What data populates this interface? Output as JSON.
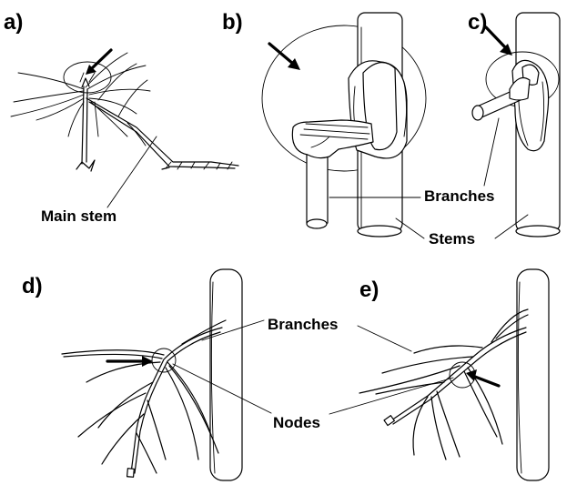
{
  "panels": {
    "a": {
      "label": "a)",
      "callouts": {
        "main_stem": "Main stem"
      }
    },
    "b": {
      "label": "b)"
    },
    "c": {
      "label": "c)"
    },
    "d": {
      "label": "d)"
    },
    "e": {
      "label": "e)"
    }
  },
  "callouts_top": {
    "branches": "Branches",
    "stems": "Stems"
  },
  "callouts_bottom": {
    "branches": "Branches",
    "nodes": "Nodes"
  }
}
